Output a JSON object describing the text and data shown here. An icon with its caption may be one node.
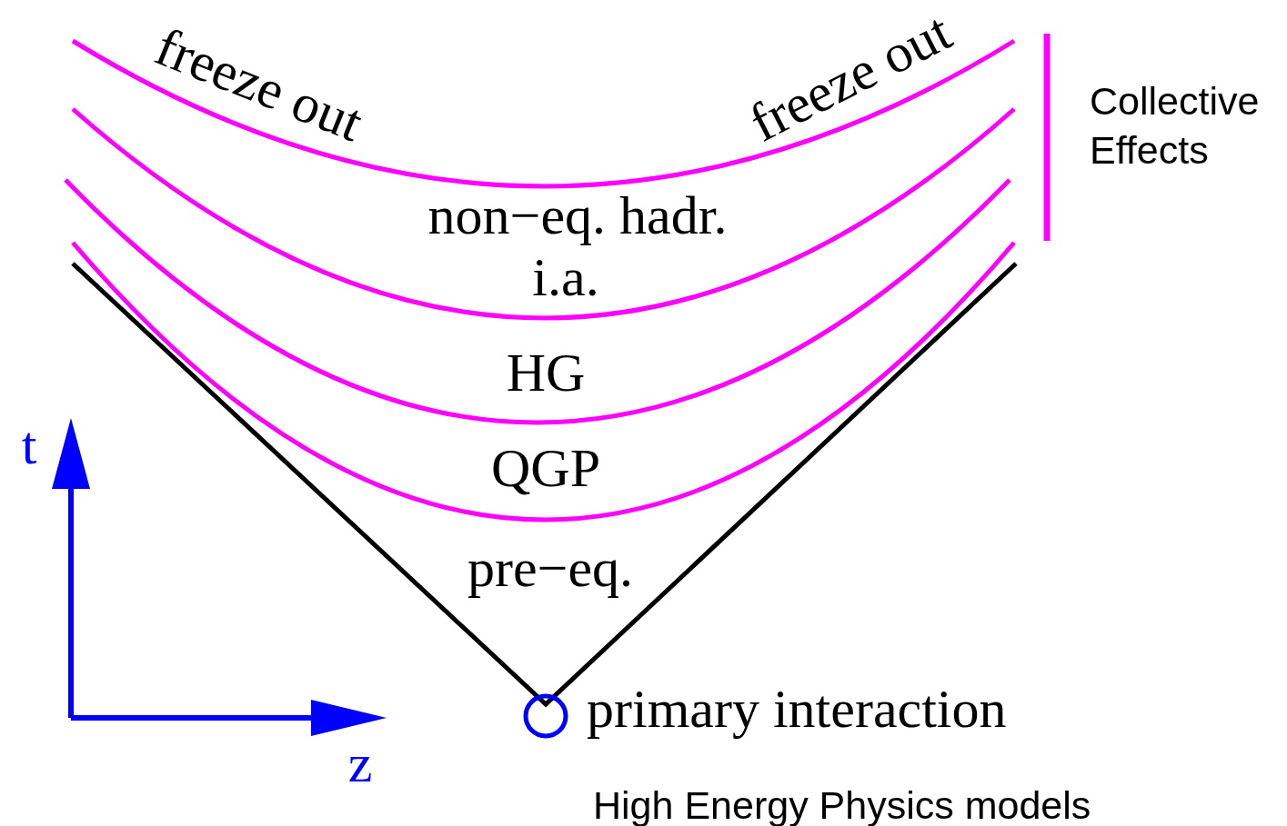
{
  "diagram": {
    "nodes": [
      {
        "text": [],
        "shape": "circle",
        "beside": [
          "primary interaction"
        ]
      }
    ],
    "labels": [
      "freeze out",
      "freeze out",
      "Collective Effects",
      "non−eq. hadr.",
      "i.a.",
      "HG",
      "QGP",
      "pre−eq.",
      "t",
      "z",
      "High Energy Physics models"
    ]
  }
}
